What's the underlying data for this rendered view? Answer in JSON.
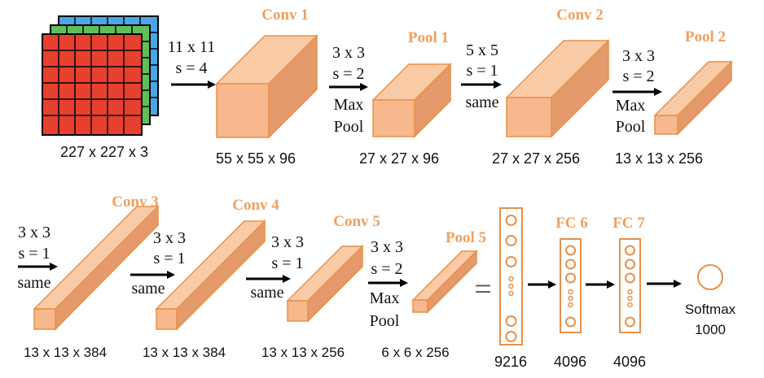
{
  "colors": {
    "block_front": "#f6b88c",
    "block_top": "#f9caa6",
    "block_side": "#e49a6a",
    "block_stroke": "#e8904a",
    "title": "#f0a060",
    "input_red": "#e8402e",
    "input_green": "#5fbf59",
    "input_blue": "#4aa6e6"
  },
  "input": {
    "dims": "227 x 227 x 3"
  },
  "op1": {
    "k": "11 x 11",
    "s": "s = 4"
  },
  "conv1": {
    "title": "Conv 1",
    "dims": "55 x 55 x 96"
  },
  "op2": {
    "k": "3 x 3",
    "s": "s = 2",
    "t1": "Max",
    "t2": "Pool"
  },
  "pool1": {
    "title": "Pool 1",
    "dims": "27 x 27 x 96"
  },
  "op3": {
    "k": "5 x 5",
    "s": "s = 1",
    "t": "same"
  },
  "conv2": {
    "title": "Conv 2",
    "dims": "27 x 27 x 256"
  },
  "op4": {
    "k": "3 x 3",
    "s": "s = 2",
    "t1": "Max",
    "t2": "Pool"
  },
  "pool2": {
    "title": "Pool 2",
    "dims": "13 x 13 x 256"
  },
  "op5": {
    "k": "3 x 3",
    "s": "s = 1",
    "t": "same"
  },
  "conv3": {
    "title": "Conv 3",
    "dims": "13 x 13 x 384"
  },
  "op6": {
    "k": "3 x 3",
    "s": "s = 1",
    "t": "same"
  },
  "conv4": {
    "title": "Conv 4",
    "dims": "13 x 13 x 384"
  },
  "op7": {
    "k": "3 x 3",
    "s": "s = 1",
    "t": "same"
  },
  "conv5": {
    "title": "Conv 5",
    "dims": "13 x 13 x 256"
  },
  "op8": {
    "k": "3 x 3",
    "s": "s = 2",
    "t1": "Max",
    "t2": "Pool"
  },
  "pool5": {
    "title": "Pool 5",
    "dims": "6 x 6 x 256"
  },
  "equals": "=",
  "flat": {
    "size": "9216"
  },
  "fc6": {
    "title": "FC 6",
    "size": "4096"
  },
  "fc7": {
    "title": "FC 7",
    "size": "4096"
  },
  "softmax": {
    "label": "Softmax",
    "size": "1000"
  }
}
